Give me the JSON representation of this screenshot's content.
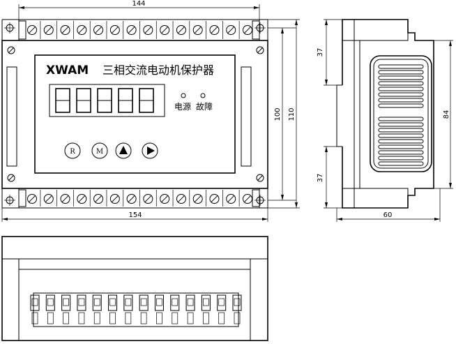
{
  "dimensions": {
    "top_width": "144",
    "bottom_width": "154",
    "right_height_inner": "100",
    "right_height_outer": "110",
    "side_top_offset": "37",
    "side_bottom_offset": "37",
    "side_height": "84",
    "side_depth": "60"
  },
  "panel": {
    "brand": "XWAM",
    "title": "三相交流电动机保护器",
    "indicator_power": "电源",
    "indicator_fault": "故障"
  },
  "buttons": {
    "reset": "R",
    "mode": "M"
  },
  "terminal_rows": {
    "top_count": 14,
    "bottom_count": 14
  }
}
